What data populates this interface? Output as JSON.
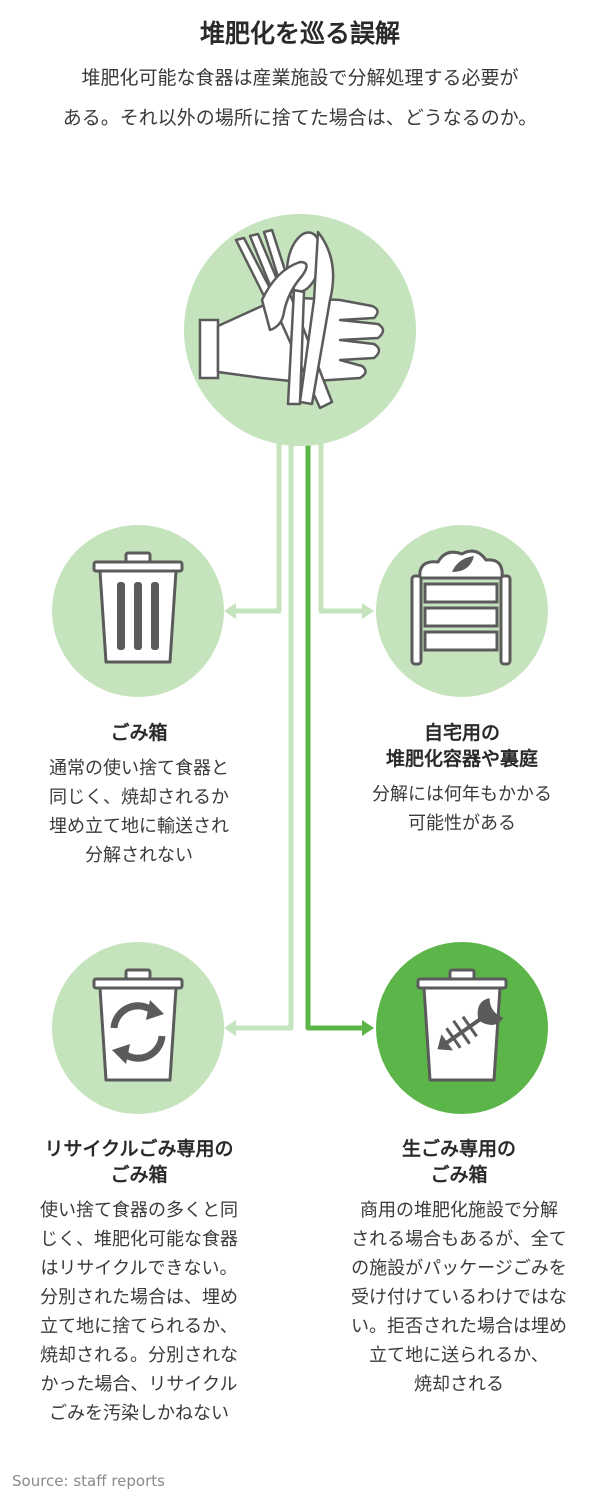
{
  "title": "堆肥化を巡る誤解",
  "subtitle_line1": "堆肥化可能な食器は産業施設で分解処理する必要が",
  "subtitle_line2": "ある。それ以外の場所に捨てた場合は、どうなるのか。",
  "colors": {
    "circle_light": "#c5e3bc",
    "circle_highlight": "#5cb548",
    "arrow_light": "#c5e3bc",
    "arrow_highlight": "#5cb548",
    "icon_stroke": "#5b5b5b"
  },
  "center_icon": "hand-with-cutlery-icon",
  "destinations": [
    {
      "id": "trash",
      "icon": "trash-can-icon",
      "title_lines": [
        "ごみ箱"
      ],
      "body_lines": [
        "通常の使い捨て食器と",
        "同じく、焼却されるか",
        "埋め立て地に輸送され",
        "分解されない"
      ]
    },
    {
      "id": "home-compost",
      "icon": "compost-bin-icon",
      "title_lines": [
        "自宅用の",
        "堆肥化容器や裏庭"
      ],
      "body_lines": [
        "分解には何年もかかる",
        "可能性がある"
      ]
    },
    {
      "id": "recycling",
      "icon": "recycle-bin-icon",
      "title_lines": [
        "リサイクルごみ専用の",
        "ごみ箱"
      ],
      "body_lines": [
        "使い捨て食器の多くと同",
        "じく、堆肥化可能な食器",
        "はリサイクルできない。",
        "分別された場合は、埋め",
        "立て地に捨てられるか、",
        "焼却される。分別されな",
        "かった場合、リサイクル",
        "ごみを汚染しかねない"
      ]
    },
    {
      "id": "food-waste",
      "icon": "food-waste-bin-icon",
      "highlight": true,
      "title_lines": [
        "生ごみ専用の",
        "ごみ箱"
      ],
      "body_lines": [
        "商用の堆肥化施設で分解",
        "される場合もあるが、全て",
        "の施設がパッケージごみを",
        "受け付けているわけではな",
        "い。拒否された場合は埋め",
        "立て地に送られるか、",
        "焼却される"
      ]
    }
  ],
  "source": "Source: staff reports"
}
